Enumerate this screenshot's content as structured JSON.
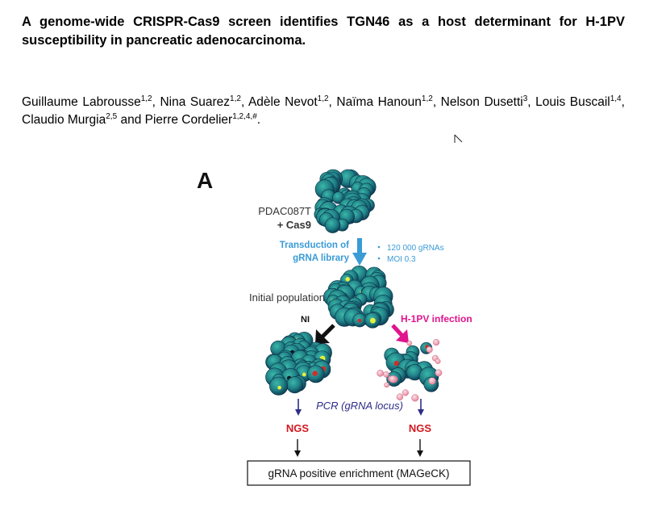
{
  "title": "A genome-wide CRISPR-Cas9 screen identifies TGN46 as a host determinant for H-1PV susceptibility in pancreatic adenocarcinoma.",
  "authors": [
    {
      "name": "Guillaume Labrousse",
      "sup": "1,2",
      "sep": ", "
    },
    {
      "name": "Nina Suarez",
      "sup": "1,2",
      "sep": ", "
    },
    {
      "name": "Adèle Nevot",
      "sup": "1,2",
      "sep": ", "
    },
    {
      "name": "Naïma Hanoun",
      "sup": "1,2",
      "sep": ", "
    },
    {
      "name": "Nelson Dusetti",
      "sup": "3",
      "sep": ", "
    },
    {
      "name": "Louis Buscail",
      "sup": "1,4",
      "sep": ", "
    },
    {
      "name": "Claudio Murgia",
      "sup": "2,5",
      "sep": " and "
    },
    {
      "name": "Pierre Cordelier",
      "sup": "1,2,4,#",
      "sep": "."
    }
  ],
  "figure": {
    "panel_label": "A",
    "cell_line": "PDAC087T",
    "cas9": "+ Cas9",
    "transduction_line1": "Transduction of",
    "transduction_line2": "gRNA library",
    "library_size": "120 000 gRNAs",
    "moi": "MOI 0.3",
    "initial_population": "Initial population",
    "ni": "NI",
    "infection": "H-1PV infection",
    "pcr": "PCR (gRNA locus)",
    "ngs_left": "NGS",
    "ngs_right": "NGS",
    "enrichment": "gRNA positive enrichment (MAGeCK)",
    "colors": {
      "cell_dark": "#0f4f5c",
      "cell_light": "#2fa39c",
      "transduction": "#3a9bd6",
      "infection": "#e0148c",
      "ngs": "#d4171f",
      "pcr_arrow": "#2e2e88"
    }
  }
}
